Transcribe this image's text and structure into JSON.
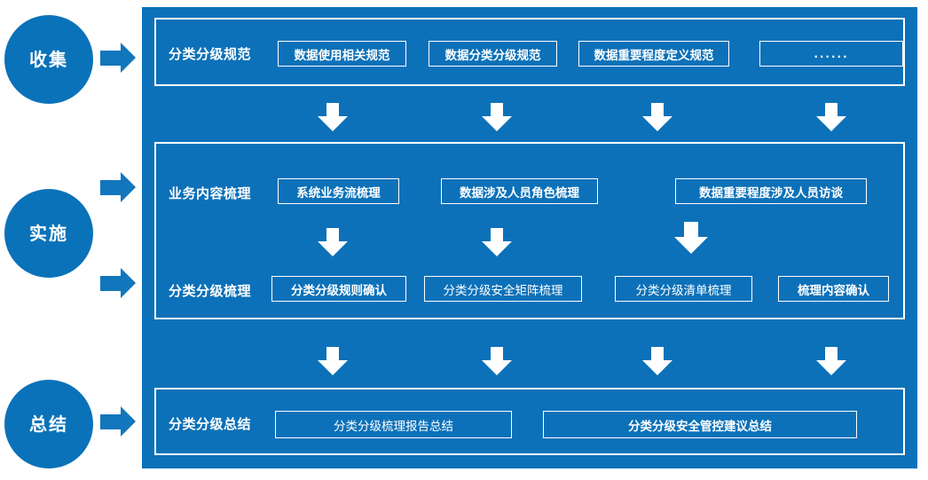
{
  "diagram": {
    "title_hidden": "",
    "colors": {
      "panel_blue": "#0c71b9",
      "circle_blue": "#0a72b9",
      "arrow_blue": "#1276bc",
      "box_border": "#ffffff",
      "text": "#ffffff",
      "background": "#ffffff"
    },
    "stages": [
      {
        "id": "collect",
        "label": "收集"
      },
      {
        "id": "implement",
        "label": "实施"
      },
      {
        "id": "summary",
        "label": "总结"
      }
    ],
    "rows": [
      {
        "id": "spec",
        "label": "分类分级规范",
        "items": [
          {
            "text": "数据使用相关规范",
            "style": "bold"
          },
          {
            "text": "数据分类分级规范",
            "style": "bold"
          },
          {
            "text": "数据重要程度定义规范",
            "style": "bold"
          },
          {
            "text": "......",
            "style": "ellipsis"
          }
        ]
      },
      {
        "id": "business",
        "label": "业务内容梳理",
        "items": [
          {
            "text": "系统业务流梳理",
            "style": "bold"
          },
          {
            "text": "数据涉及人员角色梳理",
            "style": "bold"
          },
          {
            "text": "数据重要程度涉及人员访谈",
            "style": "bold"
          }
        ]
      },
      {
        "id": "classify",
        "label": "分类分级梳理",
        "items": [
          {
            "text": "分类分级规则确认",
            "style": "bold"
          },
          {
            "text": "分类分级安全矩阵梳理",
            "style": "thin"
          },
          {
            "text": "分类分级清单梳理",
            "style": "thin"
          },
          {
            "text": "梳理内容确认",
            "style": "bold"
          }
        ]
      },
      {
        "id": "conclusion",
        "label": "分类分级总结",
        "items": [
          {
            "text": "分类分级梳理报告总结",
            "style": "thin"
          },
          {
            "text": "分类分级安全管控建议总结",
            "style": "bold"
          }
        ]
      }
    ],
    "connectors": {
      "right_arrows": [
        {
          "id": "arrow-to-spec",
          "name": "arrow-right-collect"
        },
        {
          "id": "arrow-to-business",
          "name": "arrow-right-implement-upper"
        },
        {
          "id": "arrow-to-classify",
          "name": "arrow-right-implement-lower"
        },
        {
          "id": "arrow-to-conclusion",
          "name": "arrow-right-summary"
        }
      ],
      "down_arrow_groups": [
        {
          "id": "spec-to-business",
          "count": 4
        },
        {
          "id": "business-to-classify",
          "count": 3
        },
        {
          "id": "classify-to-conclusion",
          "count": 4
        }
      ]
    }
  }
}
